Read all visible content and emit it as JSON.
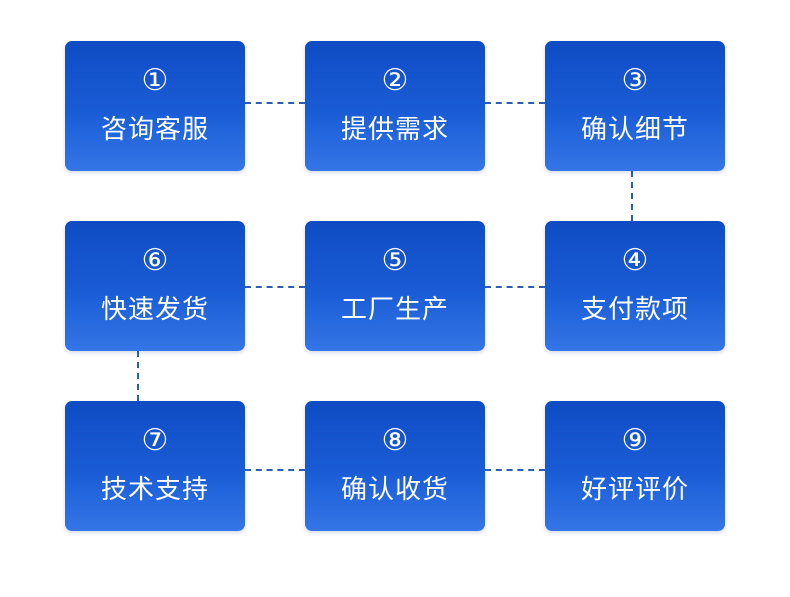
{
  "colors": {
    "box_top": "#0f4cc3",
    "box_bottom": "#3476e6",
    "connector": "#2a5fb4",
    "text": "#ffffff"
  },
  "steps": [
    {
      "num": "①",
      "label": "咨询客服"
    },
    {
      "num": "②",
      "label": "提供需求"
    },
    {
      "num": "③",
      "label": "确认细节"
    },
    {
      "num": "④",
      "label": "支付款项"
    },
    {
      "num": "⑤",
      "label": "工厂生产"
    },
    {
      "num": "⑥",
      "label": "快速发货"
    },
    {
      "num": "⑦",
      "label": "技术支持"
    },
    {
      "num": "⑧",
      "label": "确认收货"
    },
    {
      "num": "⑨",
      "label": "好评评价"
    }
  ]
}
